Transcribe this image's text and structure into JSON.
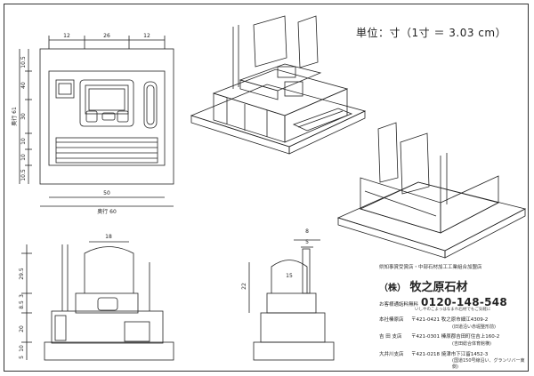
{
  "unit_label": "単位：寸（1寸 ＝ 3.03 cm）",
  "top_view": {
    "dims_top": [
      "12",
      "26",
      "12"
    ],
    "dims_left": [
      "10.5",
      "40",
      "30",
      "10",
      "10",
      "10.5"
    ],
    "outer_left": "奥行 61",
    "dims_bottom": [
      "50",
      "奥行 60"
    ]
  },
  "front_view": {
    "dims_top": [
      "18"
    ],
    "dims_left": [
      "29.5",
      "3",
      "8.5",
      "20",
      "10",
      "5"
    ]
  },
  "side_view": {
    "dims_top": [
      "8",
      "5"
    ],
    "dims_inner": [
      "15",
      "22"
    ]
  },
  "company": {
    "cert": "県知事賞受賞店・中部石材加工工業組合加盟店",
    "brand_prefix": "（株）",
    "brand_name": "牧之原石材",
    "free_label": "お客様通話料無料",
    "phone": "0120-148-548",
    "phone_tag": "いしやのこよっはなまれ石材でもご気軽に",
    "offices": [
      {
        "name": "本社榛原店",
        "addr": "〒421-0421 牧之原市細江4309-2",
        "note": "(旧道沿い赤堀整形前)"
      },
      {
        "name": "吉 田 支店",
        "addr": "〒421-0301 榛原郡吉田町住吉上160-2",
        "note": "(吉田総合体育館横)"
      },
      {
        "name": "大井川支店",
        "addr": "〒421-0218 焼津市下江留1452-3",
        "note": "(国道150号線沿い、グランリバー東側)"
      }
    ]
  }
}
